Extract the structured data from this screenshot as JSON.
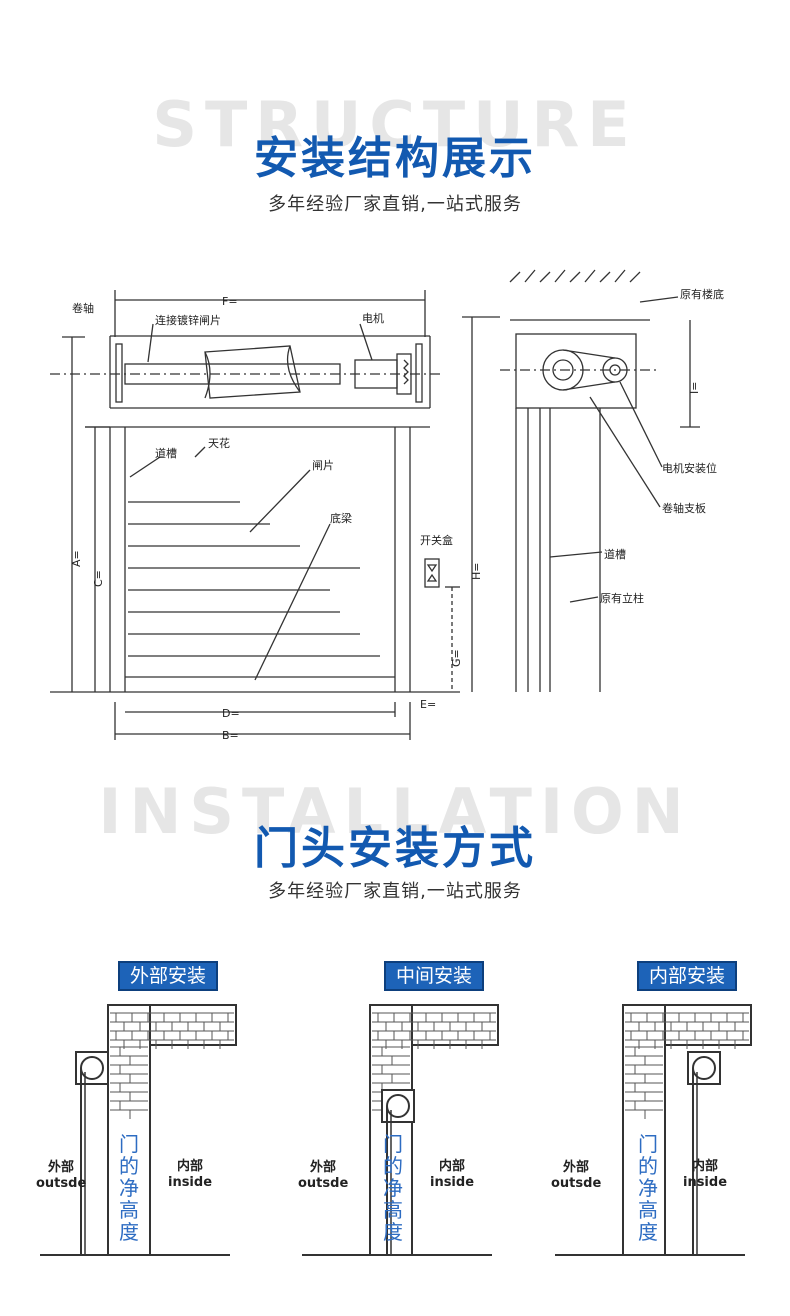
{
  "structure_section": {
    "bg_word": "STRUCTURE",
    "title": "安装结构展示",
    "subtitle": "多年经验厂家直销,一站式服务"
  },
  "drawing": {
    "label_roll_shaft": "卷轴",
    "label_f": "F=",
    "label_slats_connect": "连接镀锌闸片",
    "label_motor": "电机",
    "label_ceiling": "天花",
    "label_guide": "道槽",
    "label_slat": "闸片",
    "label_bottom_beam": "底梁",
    "label_switch_box": "开关盒",
    "label_a": "A=",
    "label_c": "C=",
    "label_d": "D=",
    "label_b": "B=",
    "label_e": "E=",
    "label_g": "G=",
    "label_h": "H=",
    "label_i": "I=",
    "label_floor_bottom": "原有楼底",
    "label_motor_position": "电机安装位",
    "label_shaft_bracket": "卷轴支板",
    "label_guide_right": "道槽",
    "label_column": "原有立柱"
  },
  "installation_section": {
    "bg_word": "INSTALLATION",
    "title": "门头安装方式",
    "subtitle": "多年经验厂家直销,一站式服务"
  },
  "methods": [
    {
      "tag": "外部安装",
      "left_label": "外部",
      "left_label_en": "outsde",
      "right_label": "内部",
      "right_label_en": "inside",
      "vertical": [
        "门",
        "的",
        "净",
        "高",
        "度"
      ]
    },
    {
      "tag": "中间安装",
      "left_label": "外部",
      "left_label_en": "outsde",
      "right_label": "内部",
      "right_label_en": "inside",
      "vertical": [
        "门",
        "的",
        "净",
        "高",
        "度"
      ]
    },
    {
      "tag": "内部安装",
      "left_label": "外部",
      "left_label_en": "outsde",
      "right_label": "内部",
      "right_label_en": "inside",
      "vertical": [
        "门",
        "的",
        "净",
        "高",
        "度"
      ]
    }
  ],
  "colors": {
    "accent": "#1259b0",
    "tag_bg": "#1d63b8",
    "vertical_text": "#2d6cc2"
  }
}
